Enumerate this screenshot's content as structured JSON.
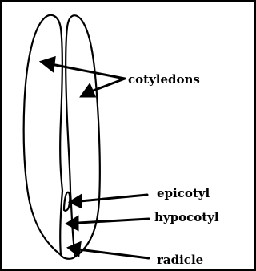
{
  "diagram": {
    "labels": {
      "cotyledons": "cotyledons",
      "epicotyl": "epicotyl",
      "hypocotyl": "hypocotyl",
      "radicle": "radicle"
    },
    "colors": {
      "ink": "#000000",
      "background": "#ffffff",
      "frame": "#000000"
    }
  }
}
